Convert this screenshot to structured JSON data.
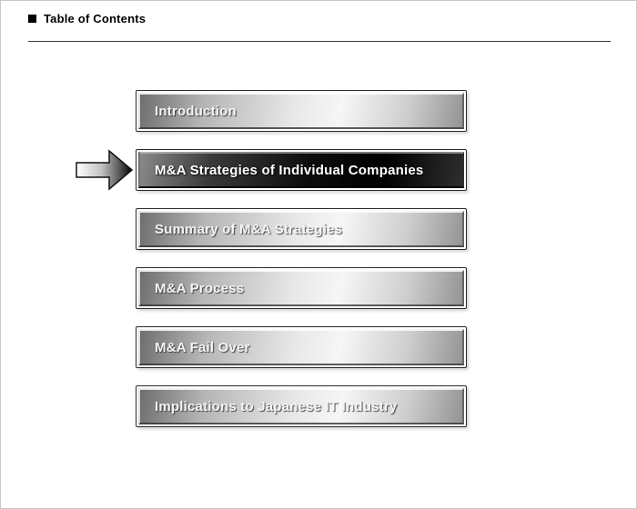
{
  "header": {
    "title": "Table of Contents"
  },
  "toc": {
    "items": [
      {
        "label": "Introduction",
        "selected": false
      },
      {
        "label": "M&A Strategies of Individual Companies",
        "selected": true
      },
      {
        "label": "Summary of M&A Strategies",
        "selected": false
      },
      {
        "label": "M&A Process",
        "selected": false
      },
      {
        "label": "M&A Fail Over",
        "selected": false
      },
      {
        "label": "Implications to Japanese IT Industry",
        "selected": false
      }
    ]
  },
  "colors": {
    "bar_highlight_bg": "#000000",
    "bar_light": "#e8e8e8",
    "bar_dark": "#6e6e6e",
    "label_text": "#ffffff"
  }
}
